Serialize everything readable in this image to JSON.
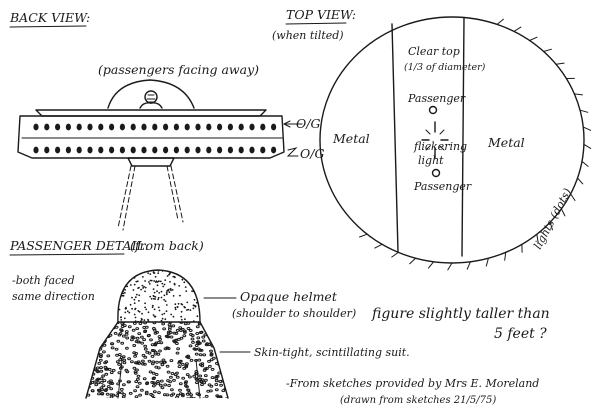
{
  "headings": {
    "back_view": "BACK VIEW:",
    "top_view": "TOP VIEW:",
    "top_view_note": "(when tilted)",
    "passenger_detail": "PASSENGER DETAIL:",
    "passenger_detail_note": "(from back)"
  },
  "back_view": {
    "caption": "(passengers facing away)",
    "upper_lights_label": "O/G",
    "lower_lights_label": "O/G"
  },
  "top_view": {
    "left_panel": "Metal",
    "right_panel": "Metal",
    "clear_top_line1": "Clear top",
    "clear_top_line2": "(1/3 of diameter)",
    "passenger_top": "Passenger",
    "flickering_line1": "flickering",
    "flickering_line2": "light",
    "passenger_bottom": "Passenger",
    "rim_label": "lights (dots)"
  },
  "passenger_detail": {
    "facing_line1": "-both faced",
    "facing_line2": "same direction",
    "helmet_line1": "Opaque helmet",
    "helmet_line2": "(shoulder to shoulder)",
    "suit_label": "Skin-tight, scintillating suit.",
    "height_line1": "figure slightly taller than",
    "height_line2": "5 feet ?"
  },
  "credit": {
    "line1": "-From sketches provided by Mrs E. Moreland",
    "line2": "(drawn from sketches 21/5/75)"
  }
}
